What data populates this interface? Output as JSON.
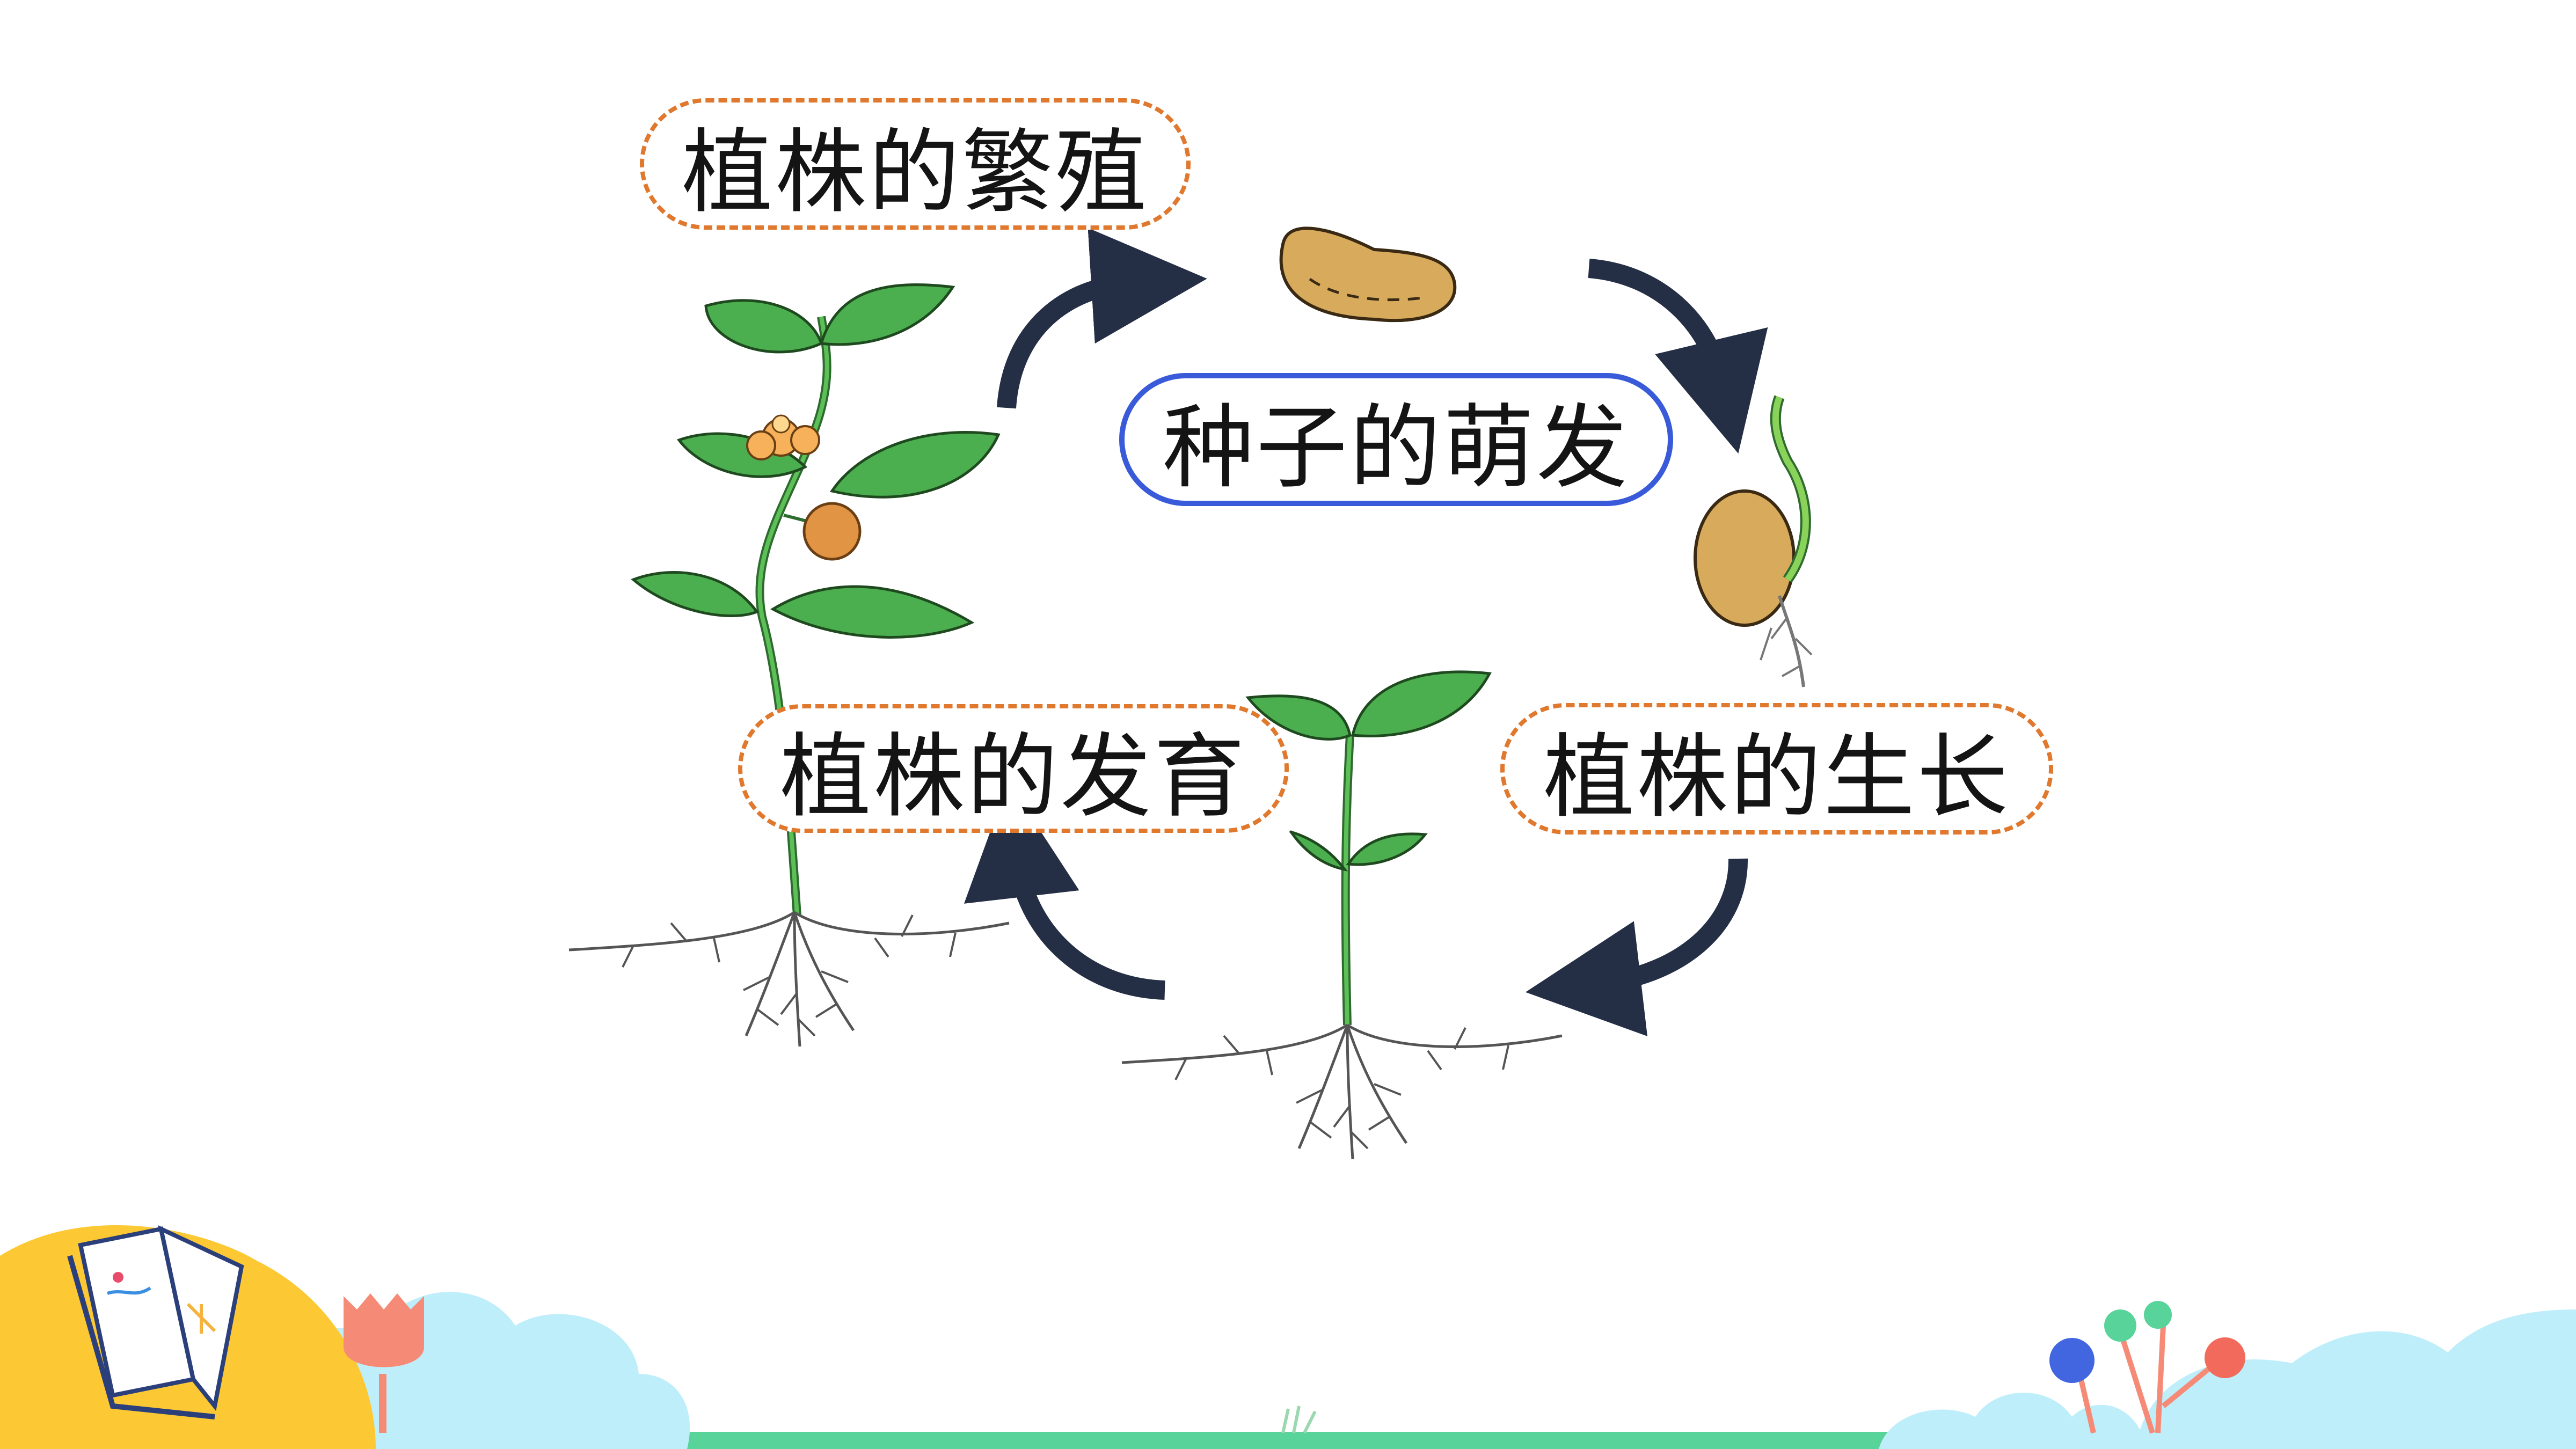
{
  "diagram": {
    "stages": {
      "reproduction": "植株的繁殖",
      "germination": "种子的萌发",
      "growth": "植株的生长",
      "development": "植株的发育"
    }
  },
  "colors": {
    "arrow": "#242e44",
    "dashed_border": "#e0782e",
    "highlight_border": "#3a5bd9",
    "leaf": "#4caf4f",
    "seed": "#d7aa5c",
    "footer_cloud": "#bfeefb",
    "footer_yellow": "#fcc934",
    "footer_ground": "#58d39a"
  },
  "icons": [
    "open-book-icon",
    "tulip-icon",
    "lollipop-tree-icon",
    "grass-tuft-icon"
  ]
}
